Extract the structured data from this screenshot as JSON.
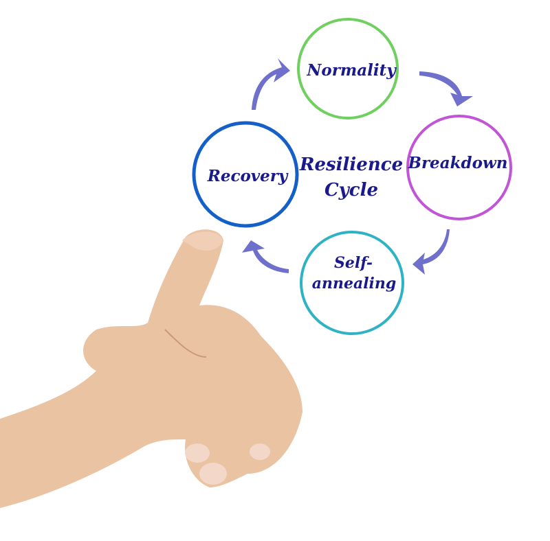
{
  "diagram": {
    "title_line1": "Resilience",
    "title_line2": "Cycle",
    "stages": [
      {
        "label": "Normality",
        "color": "#6fcf5f"
      },
      {
        "label": "Breakdown",
        "color": "#c055d6"
      },
      {
        "label": "Self-",
        "label2": "annealing",
        "color": "#2fb3c4"
      },
      {
        "label": "Recovery",
        "color": "#1560c8"
      }
    ],
    "arrow_color": "#6f70cc",
    "text_color": "#1a1a8c"
  }
}
